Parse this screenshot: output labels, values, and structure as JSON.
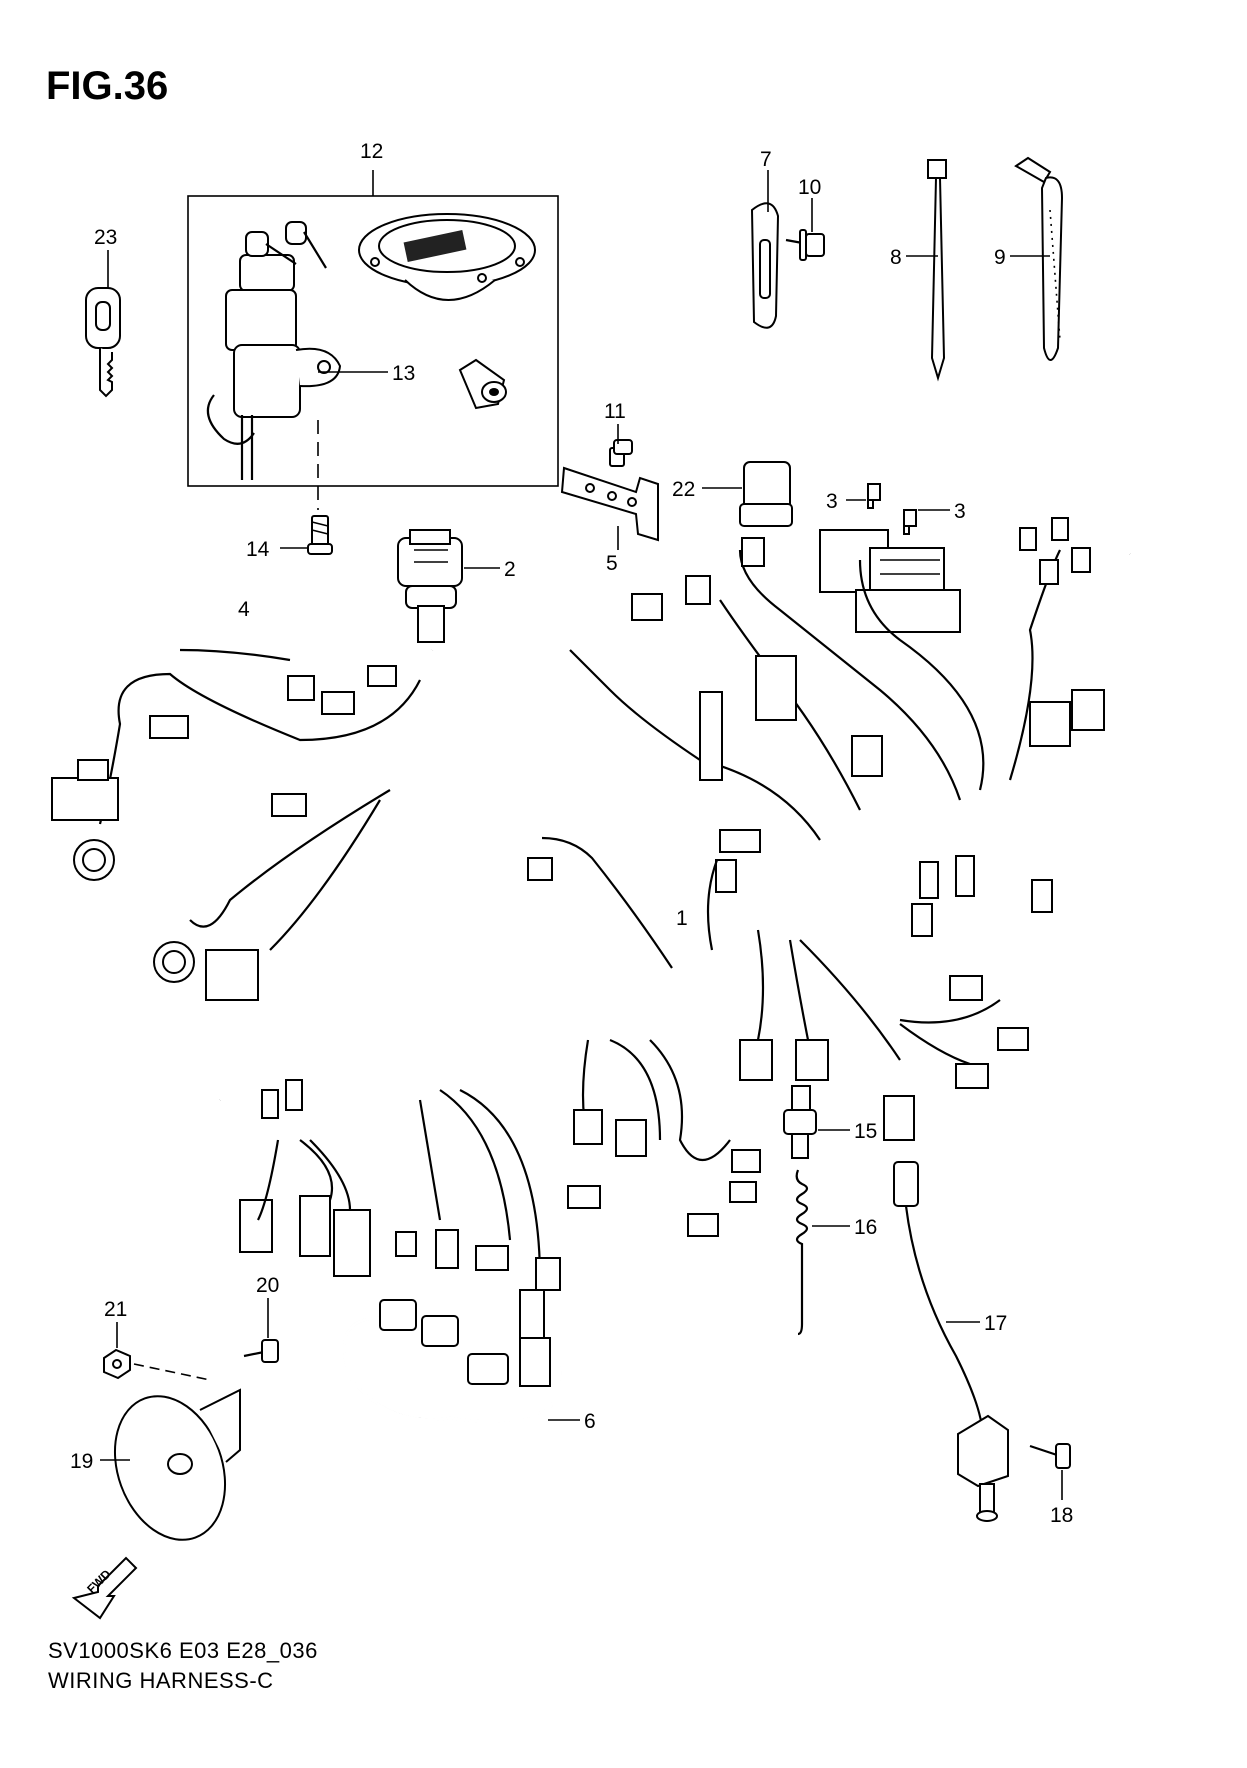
{
  "figure": {
    "title": "FIG.36",
    "code": "SV1000SK6 E03 E28_036",
    "name": "WIRING HARNESS-C",
    "fwd_label": "FWD"
  },
  "callouts": [
    "1",
    "2",
    "3",
    "3",
    "4",
    "5",
    "6",
    "7",
    "8",
    "9",
    "10",
    "11",
    "12",
    "13",
    "14",
    "15",
    "16",
    "17",
    "18",
    "19",
    "20",
    "21",
    "22",
    "23"
  ],
  "icons": [
    "ignition-switch-icon",
    "fuel-cap-icon",
    "key-icon",
    "wiring-harness-icon",
    "horn-icon",
    "fuse-icon",
    "relay-icon",
    "fuse-box-icon",
    "cable-tie-icon",
    "clamp-icon",
    "bolt-icon",
    "nut-icon",
    "bracket-icon",
    "switch-icon",
    "spring-icon",
    "fwd-arrow-icon"
  ]
}
